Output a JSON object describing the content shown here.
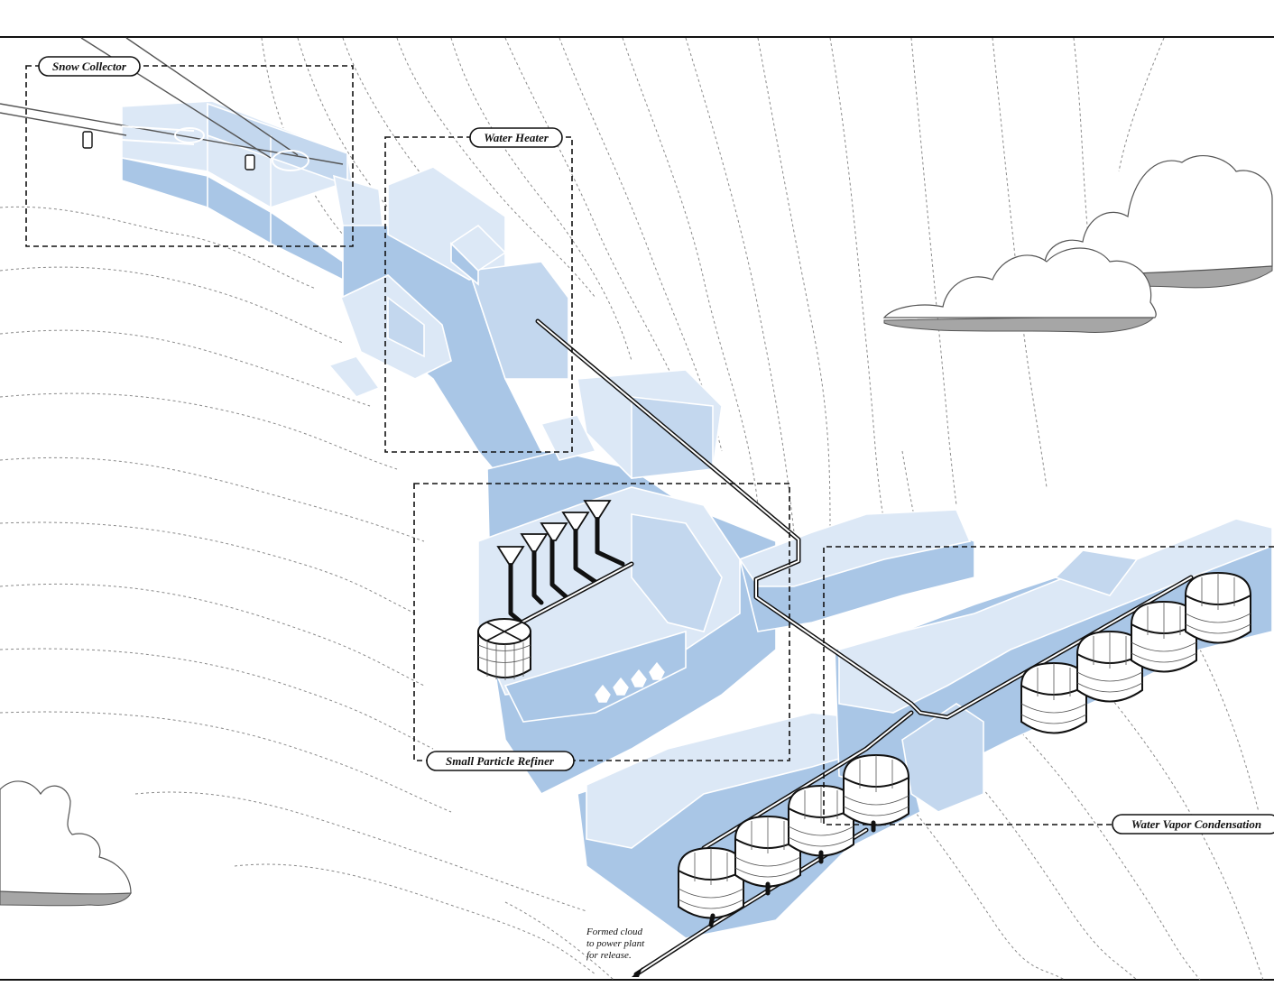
{
  "labels": {
    "snow_collector": "Snow Collector",
    "water_heater": "Water Heater",
    "small_particle_refiner": "Small Particle Refiner",
    "water_vapor_condensation": "Water Vapor Condensation"
  },
  "note": {
    "line1": "Formed cloud",
    "line2": "to power plant",
    "line3": "for release."
  },
  "colors": {
    "building_light": "#dce8f6",
    "building_mid": "#c3d7ee",
    "building_dark": "#a9c6e6",
    "cloud_shadow": "#a6a6a6",
    "line": "#111111"
  }
}
